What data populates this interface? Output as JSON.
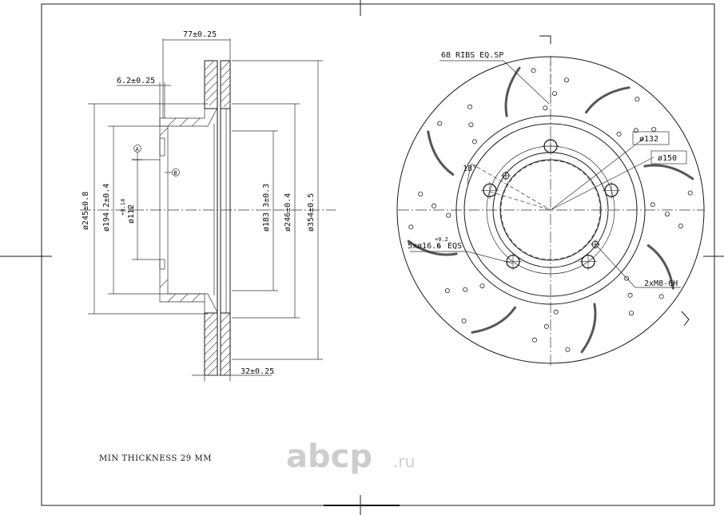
{
  "side_view": {
    "dims": {
      "overall_width": "77±0.25",
      "hat_offset": "6.2±0.25",
      "dia_245": "ø245±0.8",
      "dia_194": "ø194.2±0.4",
      "dia_112": "ø112",
      "dia_112_tol_upper": "+0.14",
      "dia_112_tol_lower": "0",
      "dia_183": "ø183.3±0.3",
      "dia_246": "ø246±0.4",
      "dia_354": "ø354±0.5",
      "disc_thickness": "32±0.25"
    },
    "datum_a": "A",
    "datum_b": "B"
  },
  "front_view": {
    "ribs_note": "68 RIBS EQ.SP",
    "pcd": "ø132",
    "center_bore": "ø150",
    "angle": "18°",
    "bolt_holes": "5xø16.6",
    "bolt_holes_tol_upper": "+0.2",
    "bolt_holes_tol_lower": "0",
    "bolt_holes_suffix": "EQS",
    "threaded_holes": "2xM8-6H"
  },
  "notes": {
    "min_thickness": "MIN THICKNESS 29 MM"
  },
  "watermark": {
    "text": "abcp",
    "suffix": ".ru"
  }
}
